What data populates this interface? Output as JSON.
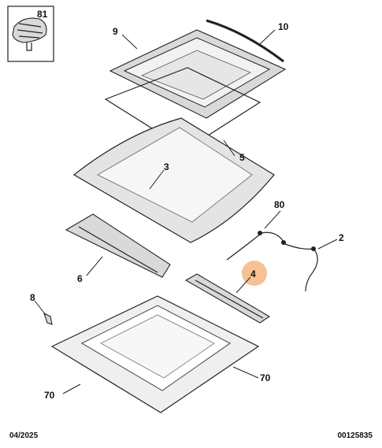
{
  "diagram": {
    "callouts": [
      {
        "id": "81",
        "label": "81"
      },
      {
        "id": "9",
        "label": "9"
      },
      {
        "id": "10",
        "label": "10"
      },
      {
        "id": "5",
        "label": "5"
      },
      {
        "id": "3",
        "label": "3"
      },
      {
        "id": "80",
        "label": "80"
      },
      {
        "id": "2",
        "label": "2"
      },
      {
        "id": "6",
        "label": "6"
      },
      {
        "id": "4",
        "label": "4"
      },
      {
        "id": "8",
        "label": "8"
      },
      {
        "id": "70a",
        "label": "70"
      },
      {
        "id": "70b",
        "label": "70"
      }
    ],
    "highlight_color": "#f3b27a"
  },
  "footer": {
    "date": "04/2025",
    "reference": "00125835"
  }
}
